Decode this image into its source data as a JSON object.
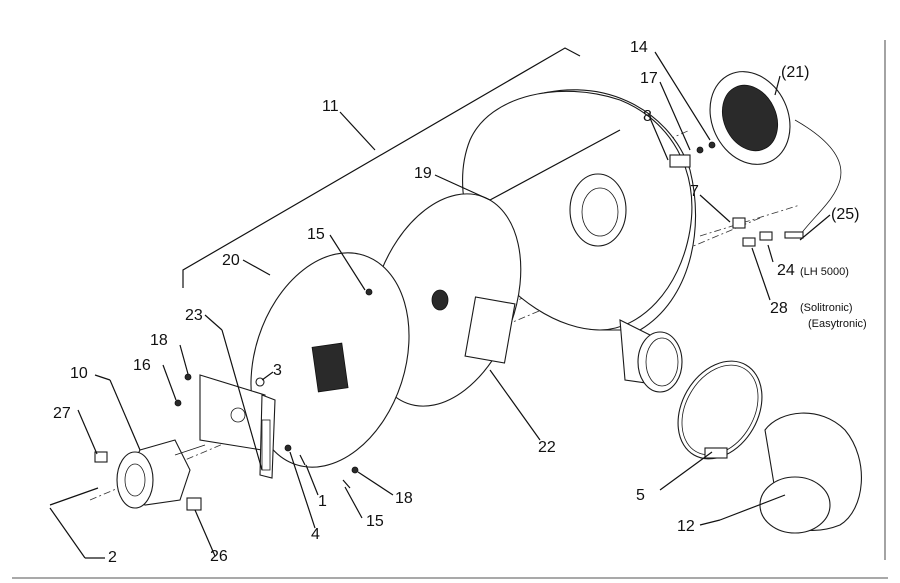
{
  "diagram": {
    "labels": {
      "l11": "11",
      "l14": "14",
      "l17": "17",
      "l21": "(21)",
      "l8": "8",
      "l19": "19",
      "l7": "7",
      "l25": "(25)",
      "l15a": "15",
      "l20": "20",
      "l24": "24",
      "l24note": "(LH 5000)",
      "l28": "28",
      "l28note1": "(Solitronic)",
      "l28note2": "(Easytronic)",
      "l23": "23",
      "l18a": "18",
      "l16": "16",
      "l3": "3",
      "l10": "10",
      "l27": "27",
      "l22": "22",
      "l5": "5",
      "l1": "1",
      "l18b": "18",
      "l15b": "15",
      "l4": "4",
      "l12": "12",
      "l2": "2",
      "l26": "26"
    }
  }
}
